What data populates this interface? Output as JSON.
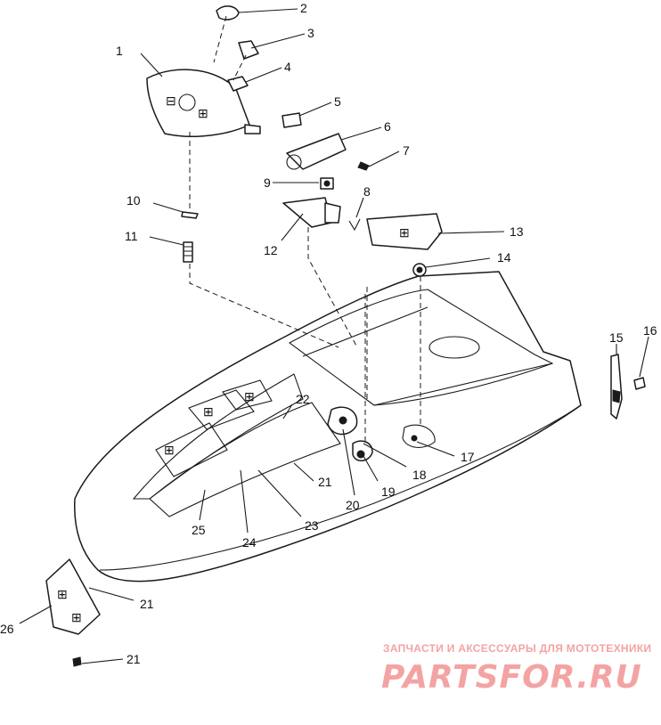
{
  "callouts": [
    "1",
    "2",
    "3",
    "4",
    "5",
    "6",
    "7",
    "8",
    "9",
    "10",
    "11",
    "12",
    "13",
    "14",
    "15",
    "16",
    "17",
    "18",
    "19",
    "20",
    "21",
    "21",
    "21",
    "22",
    "23",
    "24",
    "25",
    "26"
  ],
  "watermark": {
    "tagline": "ЗАПЧАСТИ И АКСЕССУАРЫ ДЛЯ МОТОТЕХНИКИ",
    "brand": "PARTSFOR.RU",
    "color": "#f4a3a3"
  }
}
